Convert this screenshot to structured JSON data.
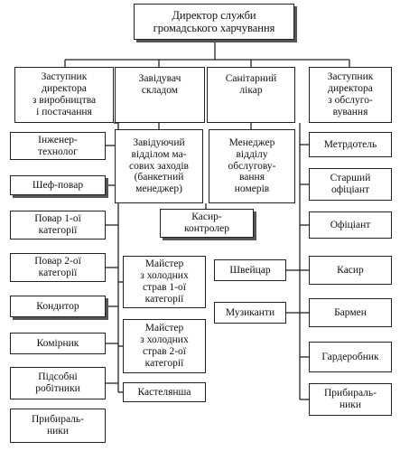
{
  "nodes": {
    "director": "Директор служби\nгромадського харчування",
    "deputy_production": "Заступник\nдиректора\nз виробництва\nі постачання",
    "warehouse_head": "Завідувач\nскладом",
    "sanitary_doctor": "Санітарний\nлікар",
    "deputy_service": "Заступник\nдиректора\nз обслуго-\nвування",
    "engineer_technologist": "Інженер-\nтехнолог",
    "chef": "Шеф-повар",
    "cook_1": "Повар 1-ої\nкатегорії",
    "cook_2": "Повар 2-ої\nкатегорії",
    "confectioner": "Кондитор",
    "storekeeper": "Комірник",
    "auxiliary_workers": "Підсобні\nробітники",
    "cleaners_left": "Прибираль-\nники",
    "mass_events_head": "Завідуючий\nвідділом ма-\nсових заходів\n(банкетний\nменеджер)",
    "service_manager": "Менеджер\nвідділу\nобслугову-\nвання\nномерів",
    "cashier_controller": "Касир-\nконтролер",
    "cold_master_1": "Майстер\nз холодних\nстрав 1-ої\nкатегорії",
    "cold_master_2": "Майстер\nз холодних\nстрав 2-ої\nкатегорії",
    "linen_keeper": "Кастелянша",
    "doorman": "Швейцар",
    "musicians": "Музиканти",
    "maitre_d": "Метрдотель",
    "senior_waiter": "Старший\nофіціант",
    "waiter": "Офіціант",
    "cashier": "Касир",
    "bartender": "Бармен",
    "cloakroom": "Гардеробник",
    "cleaners_right": "Прибираль-\nники"
  }
}
